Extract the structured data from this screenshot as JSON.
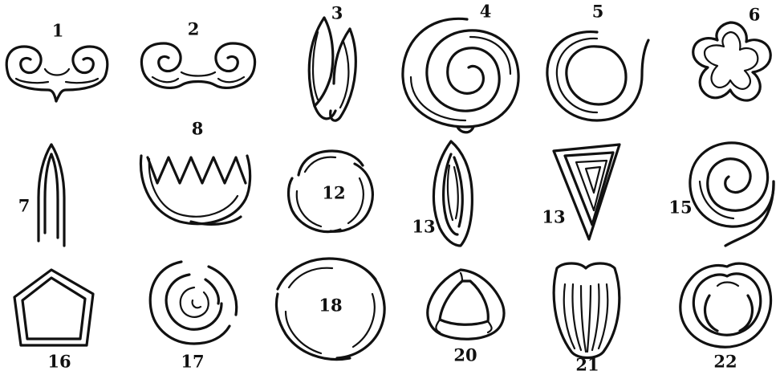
{
  "figures": [
    {
      "id": "fig-1",
      "label": "1"
    },
    {
      "id": "fig-2",
      "label": "2"
    },
    {
      "id": "fig-3",
      "label": "3"
    },
    {
      "id": "fig-4",
      "label": "4"
    },
    {
      "id": "fig-5",
      "label": "5"
    },
    {
      "id": "fig-6",
      "label": "6"
    },
    {
      "id": "fig-7",
      "label": "7"
    },
    {
      "id": "fig-8",
      "label": "8"
    },
    {
      "id": "fig-12a",
      "label": "12"
    },
    {
      "id": "fig-13a",
      "label": "13"
    },
    {
      "id": "fig-13b",
      "label": "13"
    },
    {
      "id": "fig-15",
      "label": "15"
    },
    {
      "id": "fig-16",
      "label": "16"
    },
    {
      "id": "fig-17",
      "label": "17"
    },
    {
      "id": "fig-18",
      "label": "18"
    },
    {
      "id": "fig-20",
      "label": "20"
    },
    {
      "id": "fig-21",
      "label": "21"
    },
    {
      "id": "fig-22",
      "label": "22"
    }
  ],
  "colors": {
    "ink": "#111111",
    "paper": "#ffffff"
  }
}
